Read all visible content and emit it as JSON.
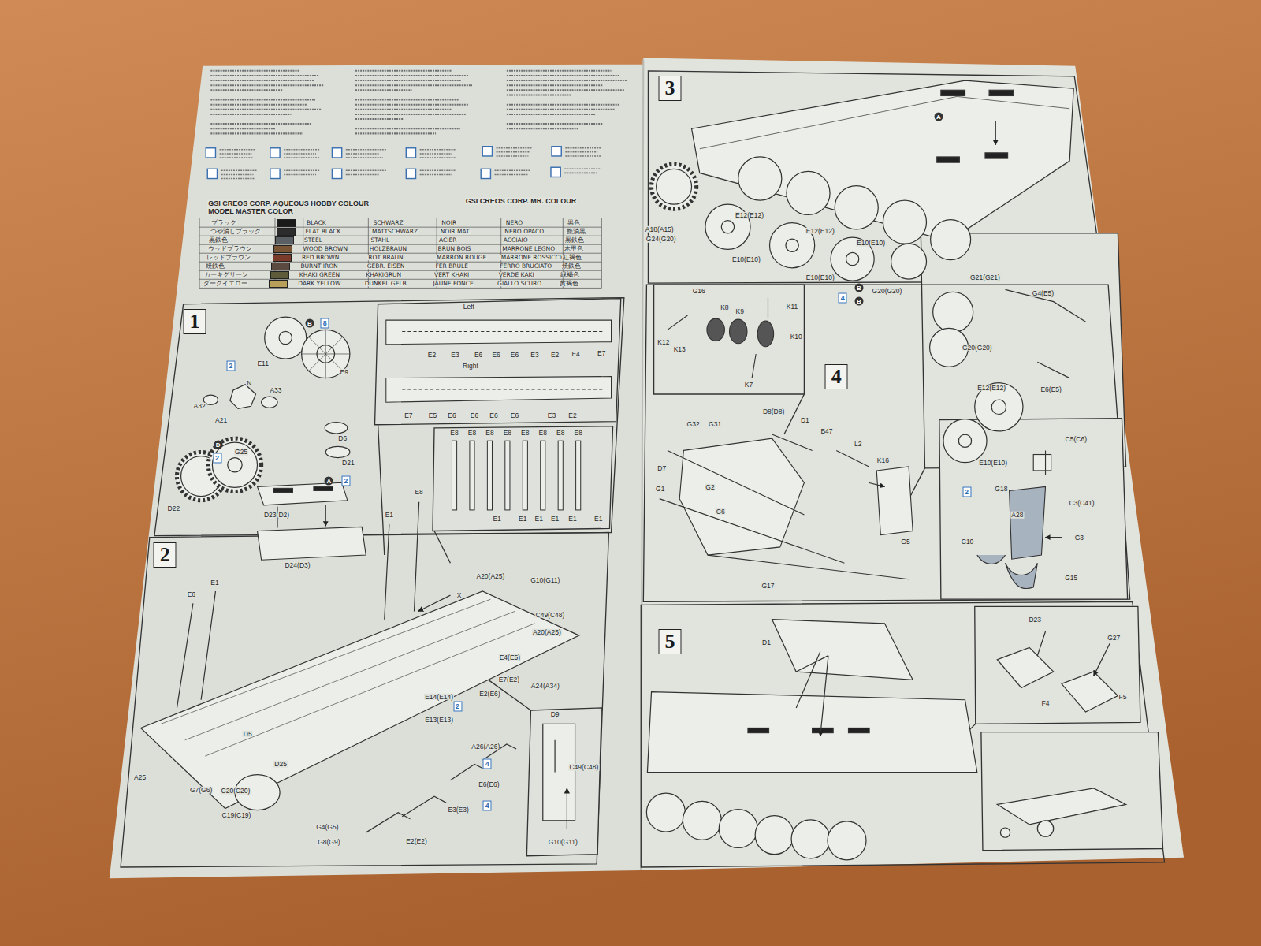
{
  "diagram": {
    "nodes": [
      {
        "text": [
          "1"
        ]
      },
      {
        "text": [
          "2"
        ]
      },
      {
        "text": [
          "3"
        ]
      },
      {
        "text": [
          "4"
        ]
      },
      {
        "text": [
          "5"
        ]
      }
    ],
    "labels": [
      "GSI CREOS CORP. AQUEOUS HOBBY COLOUR",
      "GSI CREOS CORP. MR. COLOUR",
      "MODEL MASTER COLOR",
      "ブラック",
      "SCHWARZ",
      "NOIR",
      "NERO",
      "黒色",
      "つや消しブラック",
      "MATTSCHWARZ",
      "NOIR MAT",
      "NERO OPACO",
      "艶消黒",
      "黒鉄色",
      "STAHL",
      "ACIER",
      "ACCIAIO",
      "黒鉄色",
      "ウッドブラウン",
      "HOLZBRAUN",
      "BRUN BOIS",
      "MARRONE LEGNO",
      "木甲色",
      "レッドブラウン",
      "ROT BRAUN",
      "MARRON ROUGE",
      "MARRONE ROSSICCIO",
      "紅褐色",
      "焼鉄色",
      "GEBR. EISEN",
      "FER BRULE",
      "FERRO BRUCIATO",
      "焼鉄色",
      "カーキグリーン",
      "KHAKIGRUN",
      "VERT KHAKI",
      "VERDE KAKI",
      "緑褐色",
      "ダークイエロー",
      "DUNKEL GELB",
      "JAUNE FONCE",
      "GIALLO SCURO",
      "黄褐色",
      "E11",
      "E9",
      "B",
      "8",
      "2",
      "A32",
      "N",
      "A33",
      "A21",
      "D6",
      "D21",
      "A",
      "2",
      "D",
      "2",
      "G25",
      "D22",
      "D23(D2)",
      "D24(D3)",
      "Left",
      "E2",
      "E3",
      "E6",
      "E6",
      "E6",
      "E3",
      "E2",
      "E4",
      "E7",
      "Right",
      "E7",
      "E5",
      "E6",
      "E6",
      "E6",
      "E6",
      "E3",
      "E2",
      "E8",
      "E8",
      "E8",
      "E8",
      "E8",
      "E8",
      "E8",
      "E8",
      "E1",
      "E1",
      "E1",
      "E1",
      "E1",
      "E1",
      "E1",
      "E8",
      "E6",
      "E1",
      "X",
      "A20(A25)",
      "G10(G11)",
      "C49(C48)",
      "A20(A25)",
      "E4(E5)",
      "E7(E2)",
      "A24(A34)",
      "E2(E6)",
      "E14(E14)",
      "2",
      "E13(E13)",
      "D5",
      "D25",
      "A25",
      "G7(G6)",
      "C20(C20)",
      "C19(C19)",
      "G4(G5)",
      "G8(G9)",
      "A26(A26)",
      "4",
      "E6(E6)",
      "4",
      "E3(E3)",
      "E2(E2)",
      "D9",
      "C49(C48)",
      "G10(G11)",
      "A",
      "A18(A15)",
      "G24(G20)",
      "E12(E12)",
      "E12(E12)",
      "E10(E10)",
      "E10(E10)",
      "E10(E10)",
      "B",
      "4",
      "B",
      "G20(G20)",
      "G21(G21)",
      "G4(E5)",
      "G20(G20)",
      "E12(E12)",
      "E6(E5)",
      "E10(E10)",
      "G16",
      "K8",
      "K9",
      "K11",
      "K10",
      "K12",
      "K13",
      "K7",
      "G32",
      "G31",
      "D8(D8)",
      "D1",
      "B47",
      "L2",
      "K16",
      "D7",
      "G1",
      "G2",
      "C6",
      "G5",
      "G17",
      "C5(C6)",
      "2",
      "G18",
      "A28",
      "C3(C41)",
      "C10",
      "G3",
      "G15",
      "D1",
      "D23",
      "G27",
      "F4",
      "F5"
    ],
    "legend": [
      {
        "text": "BLACK",
        "color": "#1a1a1a"
      },
      {
        "text": "FLAT BLACK",
        "color": "#2c2c2c"
      },
      {
        "text": "STEEL",
        "color": "#5a5f63"
      },
      {
        "text": "WOOD BROWN",
        "color": "#7a5535"
      },
      {
        "text": "RED BROWN",
        "color": "#7a3b2a"
      },
      {
        "text": "BURNT IRON",
        "color": "#5b4a3f"
      },
      {
        "text": "KHAKI GREEN",
        "color": "#5e5b3a"
      },
      {
        "text": "DARK YELLOW",
        "color": "#b8a05a"
      }
    ]
  }
}
